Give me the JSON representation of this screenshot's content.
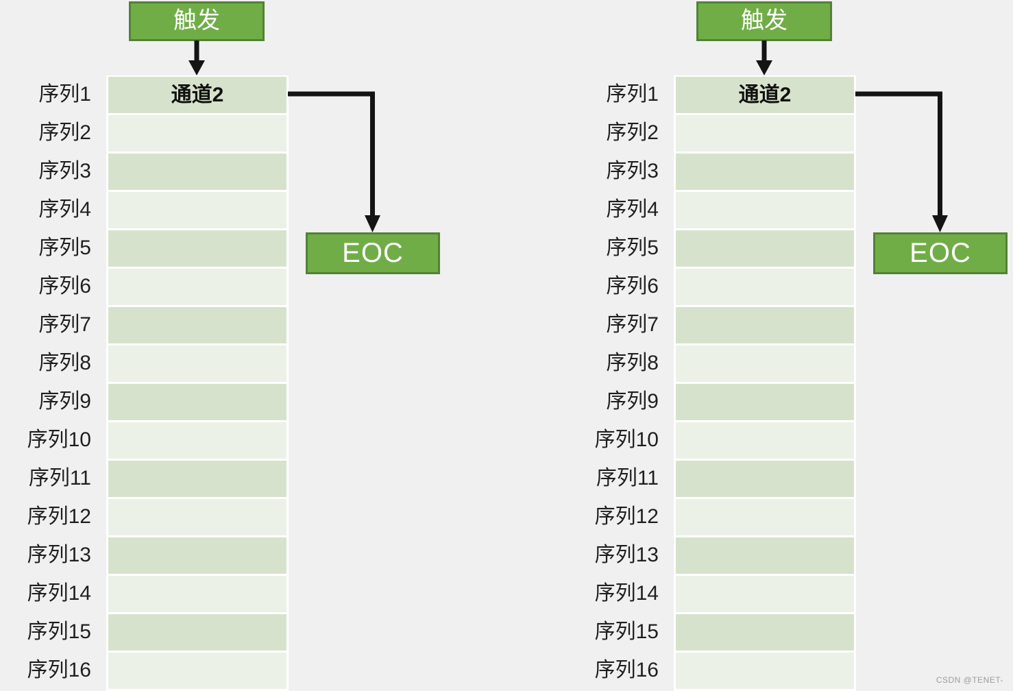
{
  "page": {
    "watermark": "CSDN @TENET-"
  },
  "colors": {
    "background": "#F0F0F0",
    "box_fill": "#70AD47",
    "box_border": "#538135",
    "box_text": "#FFFFFF",
    "row_odd": "#D7E2CC",
    "row_even": "#ECF1E8",
    "table_border": "#FFFFFF",
    "arrow": "#141414",
    "label_text": "#1F1F1F",
    "watermark_text": "#9C9C9C"
  },
  "diagrams": [
    {
      "trigger_label": "触发",
      "eoc_label": "EOC",
      "row_labels": [
        "序列1",
        "序列2",
        "序列3",
        "序列4",
        "序列5",
        "序列6",
        "序列7",
        "序列8",
        "序列9",
        "序列10",
        "序列11",
        "序列12",
        "序列13",
        "序列14",
        "序列15",
        "序列16"
      ],
      "rows": [
        "通道2",
        "",
        "",
        "",
        "",
        "",
        "",
        "",
        "",
        "",
        "",
        "",
        "",
        "",
        "",
        ""
      ]
    },
    {
      "trigger_label": "触发",
      "eoc_label": "EOC",
      "row_labels": [
        "序列1",
        "序列2",
        "序列3",
        "序列4",
        "序列5",
        "序列6",
        "序列7",
        "序列8",
        "序列9",
        "序列10",
        "序列11",
        "序列12",
        "序列13",
        "序列14",
        "序列15",
        "序列16"
      ],
      "rows": [
        "通道2",
        "",
        "",
        "",
        "",
        "",
        "",
        "",
        "",
        "",
        "",
        "",
        "",
        "",
        "",
        ""
      ]
    }
  ]
}
